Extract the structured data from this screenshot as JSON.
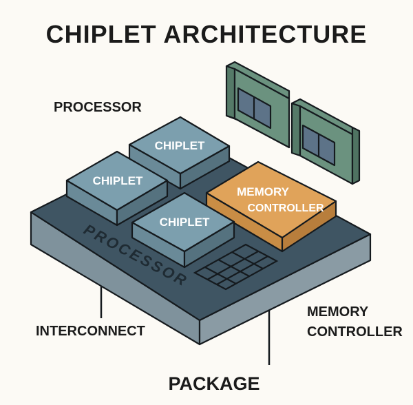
{
  "title": "CHIPLET ARCHITECTURE",
  "labels": {
    "processor_top": "PROCESSOR",
    "processor_board": "PROCESSOR",
    "interconnect": "INTERCONNECT",
    "memory_controller_line1": "MEMORY",
    "memory_controller_line2": "CONTROLLER",
    "package": "PACKAGE"
  },
  "chiplets": [
    {
      "label": "CHIPLET"
    },
    {
      "label": "CHIPLET"
    },
    {
      "label": "CHIPLET"
    }
  ],
  "memory_block": {
    "line1": "MEMORY",
    "line2": "CONTROLLER"
  },
  "memory_modules_count": 2,
  "colors": {
    "background": "#fcfaf5",
    "board_top": "#3f5563",
    "board_side_left": "#7f929c",
    "board_side_right": "#8a9ba4",
    "chiplet_top": "#7c9fae",
    "chiplet_side": "#5f7d8b",
    "memory_controller": "#e0a35a",
    "memory_module": "#6b927f",
    "memory_chip": "#5d7388"
  }
}
